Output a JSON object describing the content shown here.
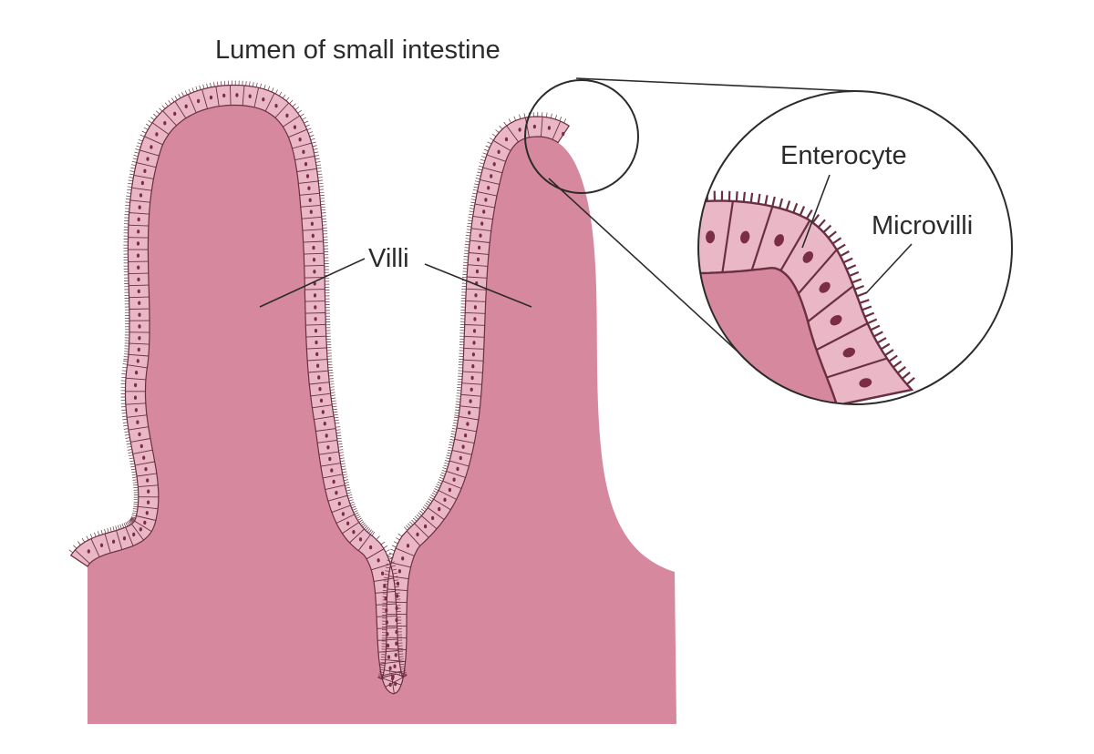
{
  "labels": {
    "lumen": "Lumen of small intestine",
    "villi": "Villi",
    "enterocyte": "Enterocyte",
    "microvilli": "Microvilli"
  },
  "colors": {
    "tissue": "#d6889f",
    "cell_fill": "#eab7c6",
    "cell_outline": "#6b2f42",
    "nucleus": "#7b2d45",
    "microvilli": "#6b2f42",
    "line": "#2b2b2b"
  }
}
